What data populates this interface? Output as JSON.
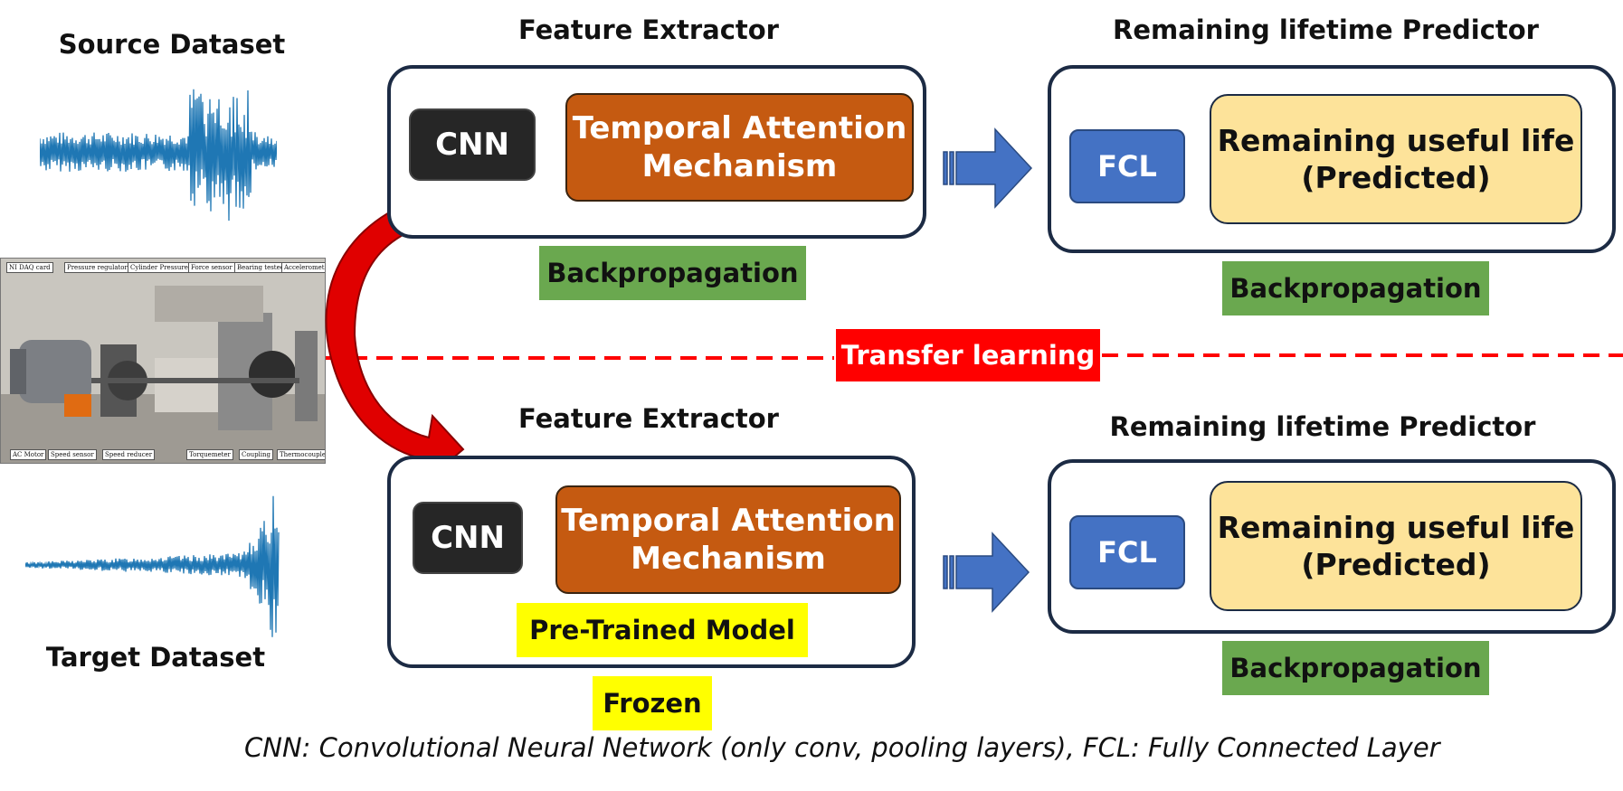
{
  "source": {
    "title": "Source Dataset"
  },
  "target": {
    "title": "Target Dataset"
  },
  "top": {
    "feature_extractor_title": "Feature Extractor",
    "predictor_title": "Remaining lifetime Predictor",
    "cnn_label": "CNN",
    "attention_line1": "Temporal Attention",
    "attention_line2": "Mechanism",
    "fcl_label": "FCL",
    "rul_line1": "Remaining useful life",
    "rul_line2": "(Predicted)",
    "extractor_badge": "Backpropagation",
    "predictor_badge": "Backpropagation"
  },
  "transfer": {
    "label": "Transfer learning"
  },
  "bottom": {
    "feature_extractor_title": "Feature Extractor",
    "predictor_title": "Remaining lifetime Predictor",
    "cnn_label": "CNN",
    "attention_line1": "Temporal Attention",
    "attention_line2": "Mechanism",
    "fcl_label": "FCL",
    "rul_line1": "Remaining useful life",
    "rul_line2": "(Predicted)",
    "pretrained_badge": "Pre-Trained Model",
    "frozen_badge": "Frozen",
    "predictor_badge": "Backpropagation"
  },
  "photo_labels": {
    "daq": "NI DAQ card",
    "pressure_regulator": "Pressure regulator",
    "cylinder": "Cylinder Pressure",
    "force": "Force sensor",
    "bearing": "Bearing tested",
    "accelerometers": "Accelerometers",
    "motor": "AC Motor",
    "speed_sensor": "Speed sensor",
    "speed_reducer": "Speed reducer",
    "torquemeter": "Torquemeter",
    "coupling": "Coupling",
    "thermocouple": "Thermocouple"
  },
  "caption": "CNN: Convolutional Neural Network (only conv, pooling layers), FCL: Fully Connected Layer",
  "colors": {
    "panel_border": "#1c2b44",
    "cnn": "#262626",
    "attention": "#c55a11",
    "fcl": "#4472c4",
    "rul": "#fde39a",
    "badge_green": "#6aa84f",
    "badge_yellow": "#ffff00",
    "transfer_red": "#ff0000",
    "signal_blue": "#1f77b4",
    "arrow_blue": "#4472c4"
  }
}
